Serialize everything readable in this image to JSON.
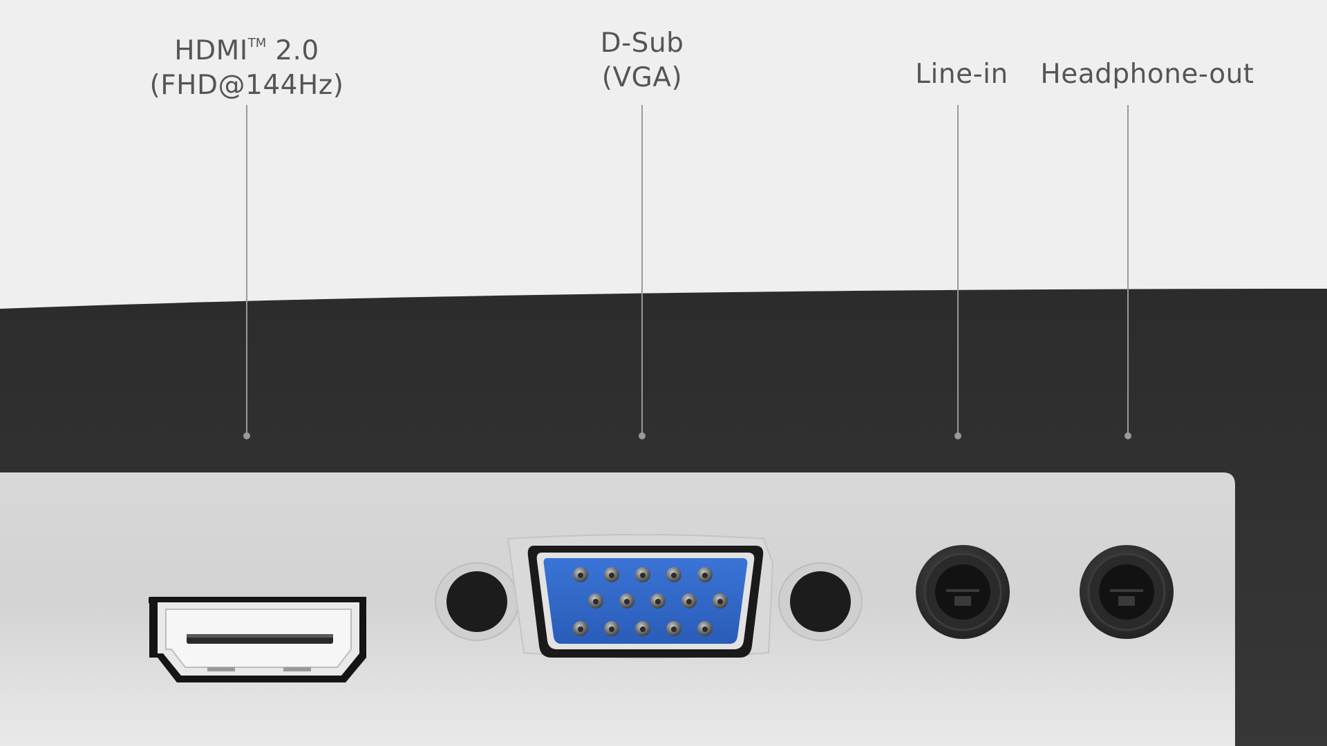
{
  "labels": {
    "hdmi": {
      "line1_main": "HDMI",
      "line1_tm": "TM",
      "line1_version": " 2.0",
      "line2": "(FHD@144Hz)"
    },
    "dsub": {
      "line1": "D-Sub",
      "line2": "(VGA)"
    },
    "line_in": "Line-in",
    "headphone_out": "Headphone-out"
  },
  "colors": {
    "background": "#efefef",
    "bezel": "#333333",
    "io_panel": "#d6d6d6",
    "vga_blue": "#2f66c7",
    "label_text": "#555555",
    "leader_line": "#9a9a9a"
  },
  "icons": [
    "hdmi-port-icon",
    "vga-port-icon",
    "audio-jack-icon"
  ]
}
